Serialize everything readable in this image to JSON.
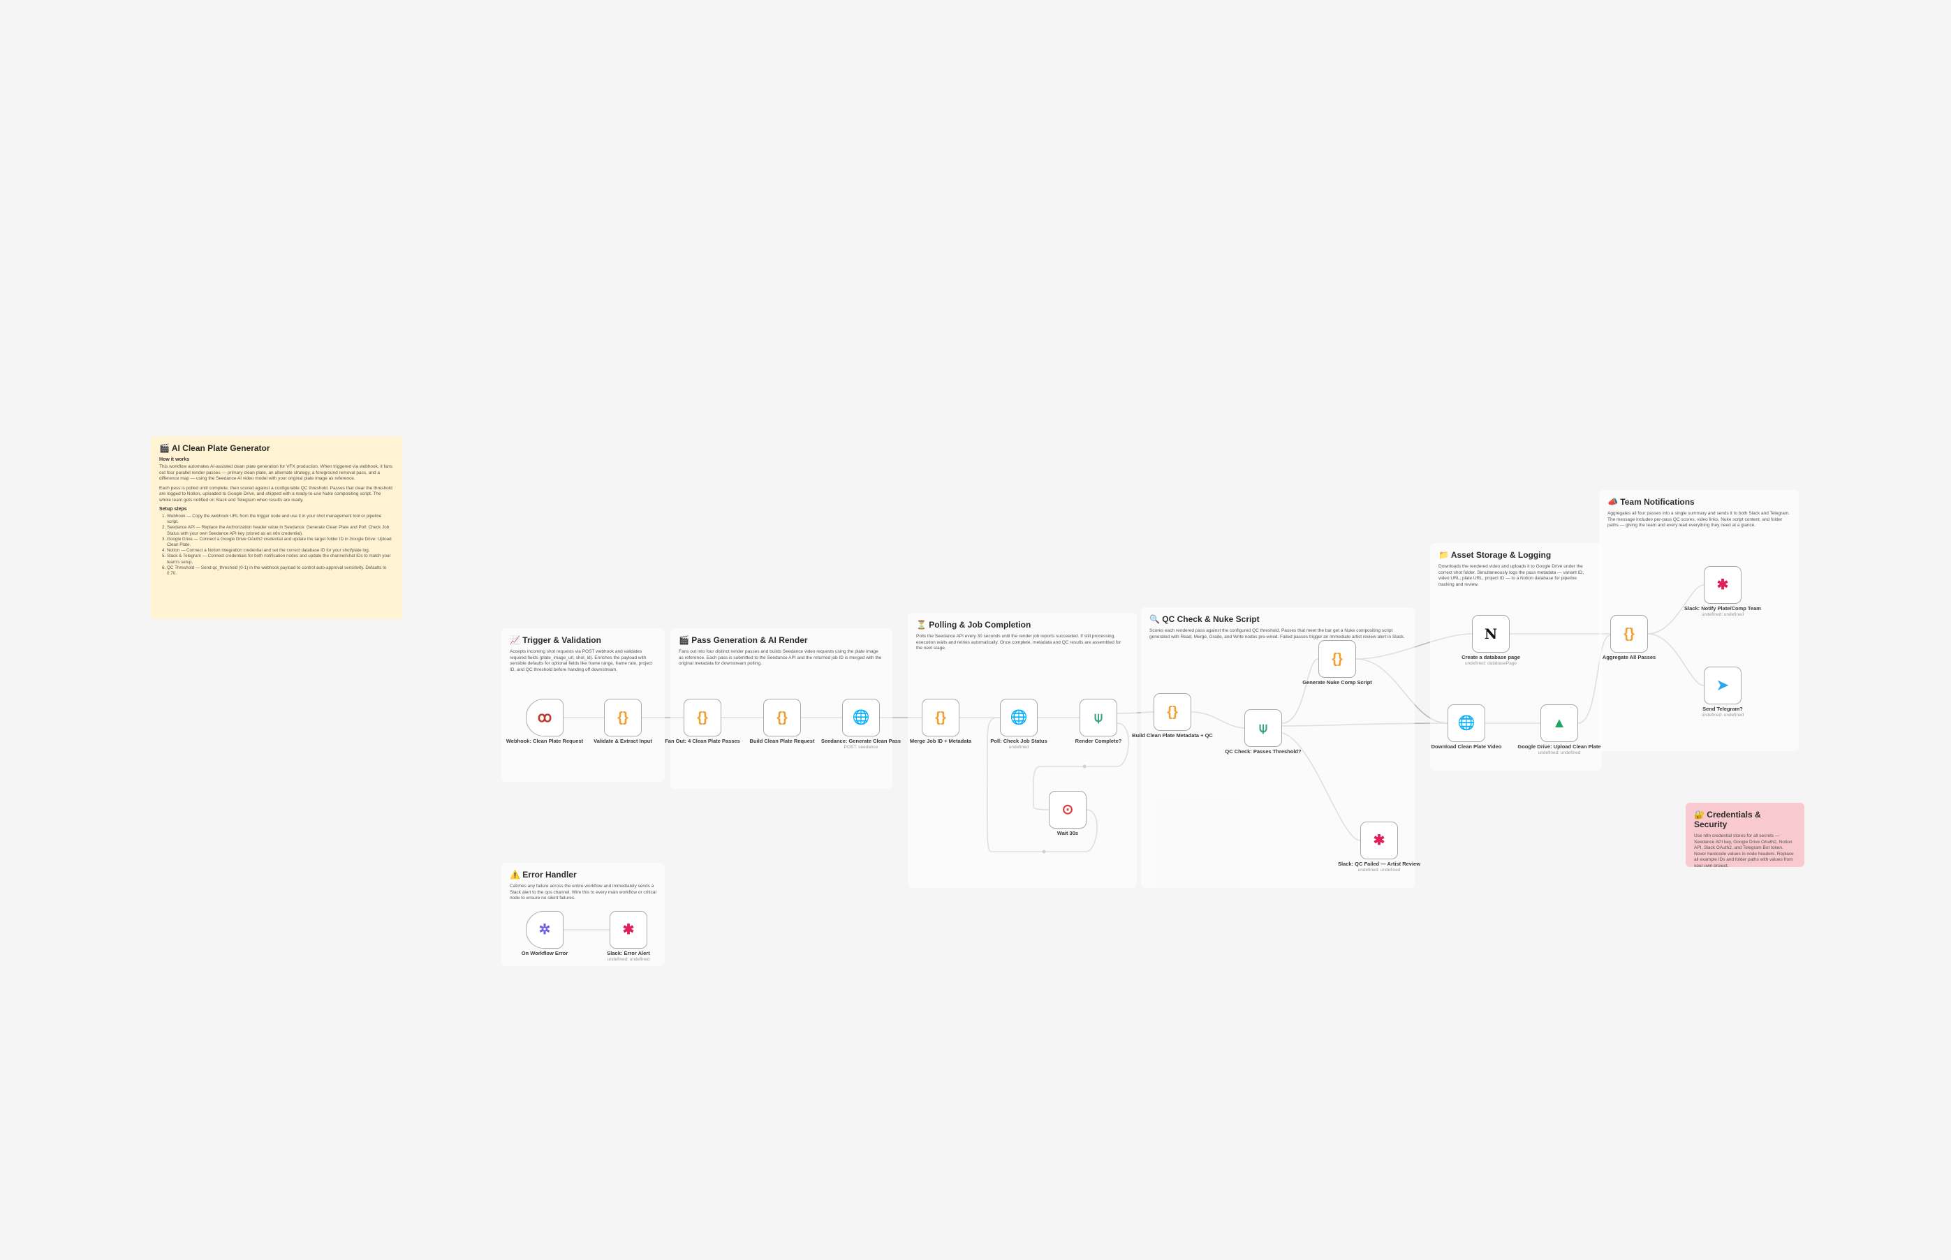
{
  "stickies": {
    "overview": {
      "title": "🎬 AI Clean Plate Generator",
      "how_heading": "How it works",
      "how_p1": "This workflow automates AI-assisted clean plate generation for VFX production. When triggered via webhook, it fans out four parallel render passes — primary clean plate, an alternate strategy, a foreground removal pass, and a difference map — using the Seedance AI video model with your original plate image as reference.",
      "how_p2": "Each pass is polled until complete, then scored against a configurable QC threshold. Passes that clear the threshold are logged to Notion, uploaded to Google Drive, and shipped with a ready-to-use Nuke compositing script. The whole team gets notified on Slack and Telegram when results are ready.",
      "setup_heading": "Setup steps",
      "steps": [
        "Webhook — Copy the webhook URL from the trigger node and use it in your shot management tool or pipeline script.",
        "Seedance API — Replace the Authorization header value in Seedance: Generate Clean Plate and Poll: Check Job Status with your own Seedance API key (stored as an n8n credential).",
        "Google Drive — Connect a Google Drive OAuth2 credential and update the target folder ID in Google Drive: Upload Clean Plate.",
        "Notion — Connect a Notion integration credential and set the correct database ID for your shot/plate log.",
        "Slack & Telegram — Connect credentials for both notification nodes and update the channel/chat IDs to match your team's setup.",
        "QC Threshold — Send qc_threshold (0-1) in the webhook payload to control auto-approval sensitivity. Defaults to 0.70."
      ]
    },
    "trigger": {
      "title": "📈 Trigger & Validation",
      "desc": "Accepts incoming shot requests via POST webhook and validates required fields (plate_image_url, shot_id). Enriches the payload with sensible defaults for optional fields like frame range, frame rate, project ID, and QC threshold before handing off downstream."
    },
    "passgen": {
      "title": "🎬 Pass Generation & AI Render",
      "desc": "Fans out into four distinct render passes and builds Seedance video requests using the plate image as reference. Each pass is submitted to the Seedance API and the returned job ID is merged with the original metadata for downstream polling."
    },
    "polling": {
      "title": "⏳ Polling & Job Completion",
      "desc": "Polls the Seedance API every 30 seconds until the render job reports succeeded. If still processing, execution waits and retries automatically. Once complete, metadata and QC results are assembled for the next stage."
    },
    "qc": {
      "title": "🔍 QC Check & Nuke Script",
      "desc": "Scores each rendered pass against the configured QC threshold. Passes that meet the bar get a Nuke compositing script generated with Read, Merge, Grade, and Write nodes pre-wired. Failed passes trigger an immediate artist review alert in Slack."
    },
    "asset": {
      "title": "📁 Asset Storage & Logging",
      "desc": "Downloads the rendered video and uploads it to Google Drive under the correct shot folder. Simultaneously logs the pass metadata — variant ID, video URL, plate URL, project ID — to a Notion database for pipeline tracking and review."
    },
    "team": {
      "title": "📣 Team Notifications",
      "desc": "Aggregates all four passes into a single summary and sends it to both Slack and Telegram. The message includes per-pass QC scores, video links, Nuke script content, and folder paths — giving the team and every lead everything they need at a glance."
    },
    "error": {
      "title": "⚠️ Error Handler",
      "desc": "Catches any failure across the entire workflow and immediately sends a Slack alert to the ops channel. Wire this to every main workflow or critical node to ensure no silent failures."
    },
    "creds": {
      "title": "🔐 Credentials & Security",
      "desc": "Use n8n credential stores for all secrets — Seedance API key, Google Drive OAuth2, Notion API, Slack OAuth2, and Telegram Bot token. Never hardcode values in node headers. Replace all example IDs and folder paths with values from your own project."
    }
  },
  "nodes": {
    "webhook": {
      "label": "Webhook: Clean Plate Request",
      "icon": "webhook-icon"
    },
    "validate": {
      "label": "Validate & Extract Input",
      "icon": "code-braces-icon"
    },
    "fanout": {
      "label": "Fan Out: 4 Clean Plate Passes",
      "icon": "code-braces-icon"
    },
    "buildreq": {
      "label": "Build Clean Plate Request",
      "icon": "code-braces-icon"
    },
    "seedance": {
      "label": "Seedance: Generate Clean Pass",
      "sub": "POST: seedance",
      "icon": "globe-icon"
    },
    "merge": {
      "label": "Merge Job ID + Metadata",
      "icon": "code-braces-icon"
    },
    "poll": {
      "label": "Poll: Check Job Status",
      "sub": "undefined",
      "icon": "globe-icon"
    },
    "render": {
      "label": "Render Complete?",
      "icon": "if-branch-icon"
    },
    "wait": {
      "label": "Wait 30s",
      "icon": "pause-icon"
    },
    "buildclean": {
      "label": "Build Clean Plate Metadata + QC",
      "icon": "code-braces-icon"
    },
    "qccheck": {
      "label": "QC Check: Passes Threshold?",
      "icon": "if-branch-icon"
    },
    "nuke": {
      "label": "Generate Nuke Comp Script",
      "icon": "code-braces-icon"
    },
    "slackqc": {
      "label": "Slack: QC Failed — Artist Review",
      "sub": "undefined: undefined",
      "icon": "slack-icon"
    },
    "notion": {
      "label": "Create a database page",
      "sub": "undefined: databasePage",
      "icon": "notion-icon"
    },
    "download": {
      "label": "Download Clean Plate Video",
      "icon": "globe-icon"
    },
    "gdrive": {
      "label": "Google Drive: Upload Clean Plate",
      "sub": "undefined: undefined",
      "icon": "google-drive-icon"
    },
    "aggregate": {
      "label": "Aggregate All Passes",
      "icon": "code-braces-icon"
    },
    "slacknotify": {
      "label": "Slack: Notify Plate/Comp Team",
      "sub": "undefined: undefined",
      "icon": "slack-icon"
    },
    "telegram": {
      "label": "Send Telegram?",
      "sub": "undefined: undefined",
      "icon": "telegram-icon"
    },
    "onerror": {
      "label": "On Workflow Error",
      "icon": "error-trigger-icon"
    },
    "slackerr": {
      "label": "Slack: Error Alert",
      "sub": "undefined: undefined",
      "icon": "slack-icon"
    }
  },
  "colors": {
    "canvas": "#f5f5f5",
    "yellow_note": "#fff3d3",
    "pink_note": "#f8c9ce",
    "code_orange": "#f0a030",
    "http_blue": "#6c5ce7",
    "if_green": "#35a47b",
    "edge": "#b8b8b8"
  }
}
